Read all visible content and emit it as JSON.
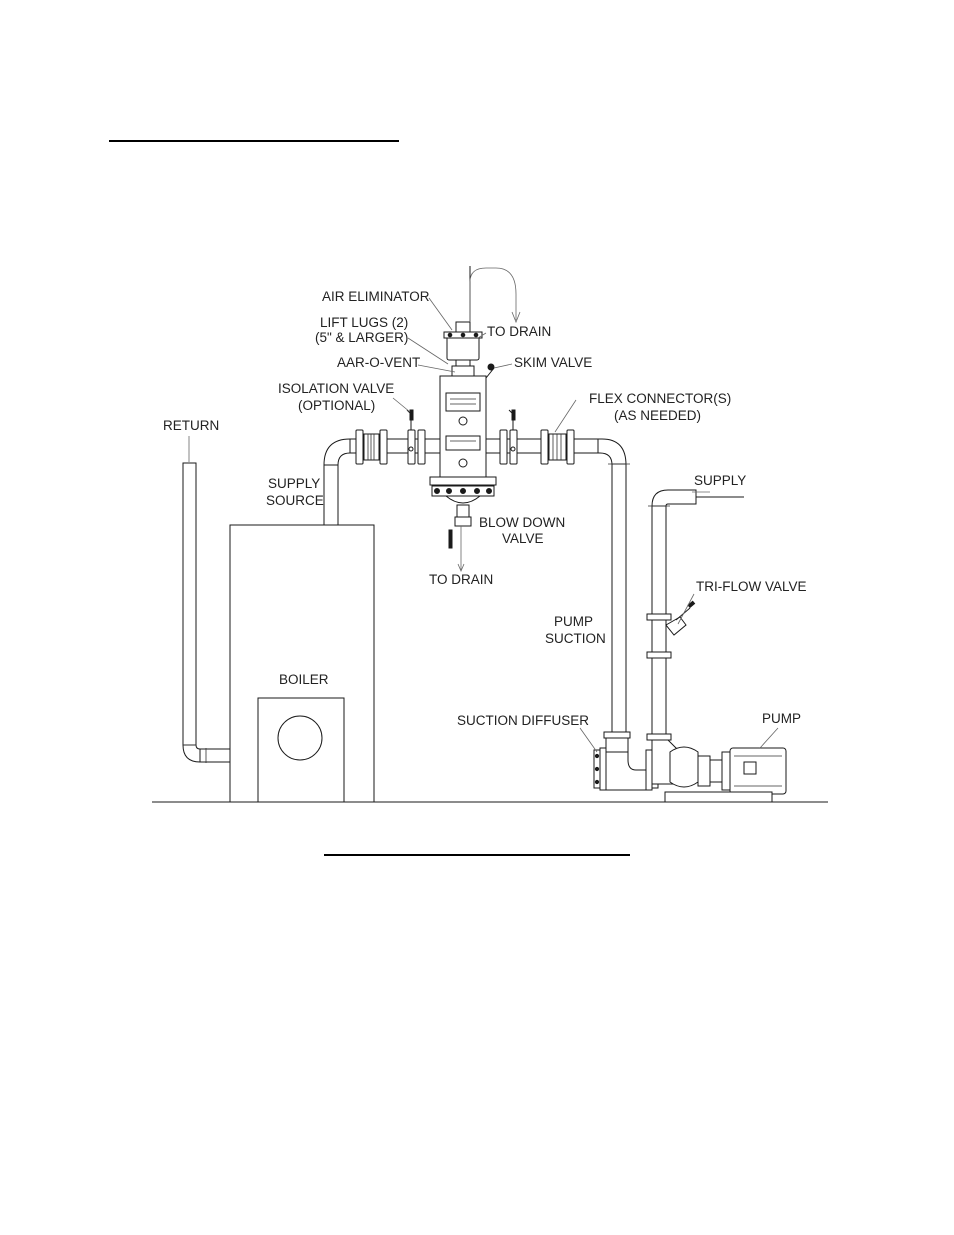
{
  "labels": {
    "air_eliminator": "AIR ELIMINATOR",
    "lift_lugs_1": "LIFT LUGS (2)",
    "lift_lugs_2": "(5\" & LARGER)",
    "to_drain_top": "TO DRAIN",
    "aar_o_vent": "AAR-O-VENT",
    "skim_valve": "SKIM VALVE",
    "isolation_valve_1": "ISOLATION VALVE",
    "isolation_valve_2": "(OPTIONAL)",
    "flex_connector_1": "FLEX CONNECTOR(S)",
    "flex_connector_2": "(AS NEEDED)",
    "return": "RETURN",
    "supply_source_1": "SUPPLY",
    "supply_source_2": "SOURCE",
    "supply": "SUPPLY",
    "blow_down_1": "BLOW DOWN",
    "blow_down_2": "VALVE",
    "to_drain_bottom": "TO DRAIN",
    "tri_flow_valve": "TRI-FLOW VALVE",
    "pump_suction_1": "PUMP",
    "pump_suction_2": "SUCTION",
    "boiler": "BOILER",
    "suction_diffuser": "SUCTION DIFFUSER",
    "pump": "PUMP"
  },
  "colors": {
    "line": "#1a1a1a",
    "text": "#222222",
    "background": "#ffffff"
  }
}
